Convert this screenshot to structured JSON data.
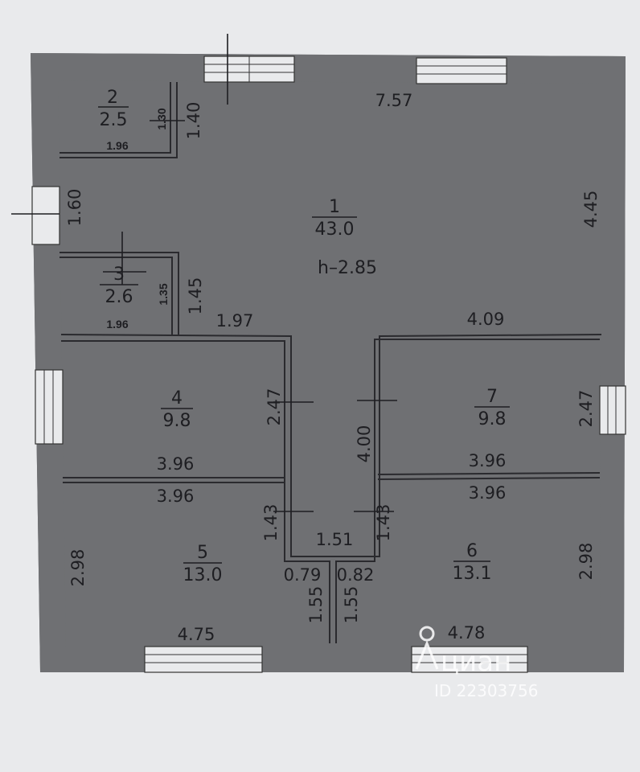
{
  "rooms": [
    {
      "number": "1",
      "area": "43.0"
    },
    {
      "number": "2",
      "area": "2.5"
    },
    {
      "number": "3",
      "area": "2.6"
    },
    {
      "number": "4",
      "area": "9.8"
    },
    {
      "number": "5",
      "area": "13.0"
    },
    {
      "number": "6",
      "area": "13.1"
    },
    {
      "number": "7",
      "area": "9.8"
    }
  ],
  "ceiling_height": "h–2.85",
  "dimensions": {
    "top_wall": "7.57",
    "right_upper": "4.45",
    "right_mid": "2.47",
    "right_lower": "2.98",
    "left_window": "1.60",
    "left_lower": "2.98",
    "r2_width": "1.96",
    "r2_inner": "1.30",
    "r2_height": "1.40",
    "r3_width": "1.96",
    "r3_inner": "1.35",
    "r3_height": "1.45",
    "corridor_left_top": "1.97",
    "corridor_right_top": "4.09",
    "r4_height": "2.47",
    "r4_bottom": "3.96",
    "r5_top": "3.96",
    "r5_inner_h": "1.43",
    "r5_bottom": "4.75",
    "corridor_height": "4.00",
    "corridor_width": "1.51",
    "r7_bottom": "3.96",
    "r6_top": "3.96",
    "r6_inner_h": "1.43",
    "r6_bottom": "4.78",
    "niche_left": "0.79",
    "niche_right": "0.82",
    "niche_left_h": "1.55",
    "niche_right_h": "1.55"
  },
  "watermark": {
    "brand": "циан",
    "id": "ID 22303756"
  }
}
